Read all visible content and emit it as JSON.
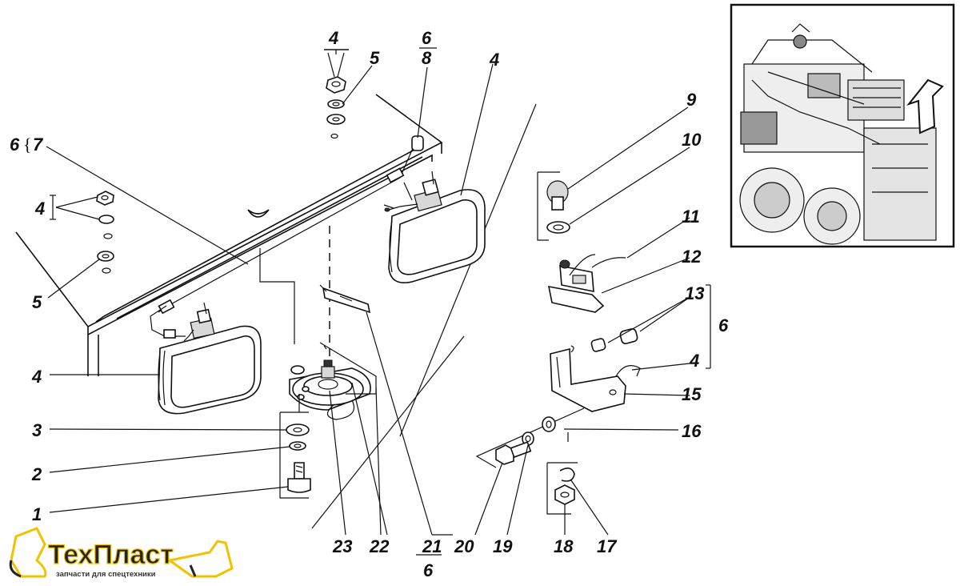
{
  "callouts": {
    "c1": "1",
    "c2": "2",
    "c3": "3",
    "c4_top": "4",
    "c4_left": "4",
    "c4_lamp_left": "4",
    "c4_lamp_right": "4",
    "c4_bracket": "4",
    "c5_top": "5",
    "c5_left": "5",
    "c6_top": "6",
    "c8_top": "8",
    "c6_left": "6",
    "c7_left": "7",
    "c9": "9",
    "c10": "10",
    "c11": "11",
    "c12": "12",
    "c13": "13",
    "c6_right": "6",
    "c15": "15",
    "c16": "16",
    "c17": "17",
    "c18": "18",
    "c19": "19",
    "c20": "20",
    "c21": "21",
    "c6_bottom": "6",
    "c22": "22",
    "c23": "23"
  },
  "inset": {
    "arrow_color": "#111111"
  },
  "logo": {
    "name": "ТехПласт",
    "tagline": "запчасти для спецтехники",
    "accent_color": "#f2c200"
  }
}
